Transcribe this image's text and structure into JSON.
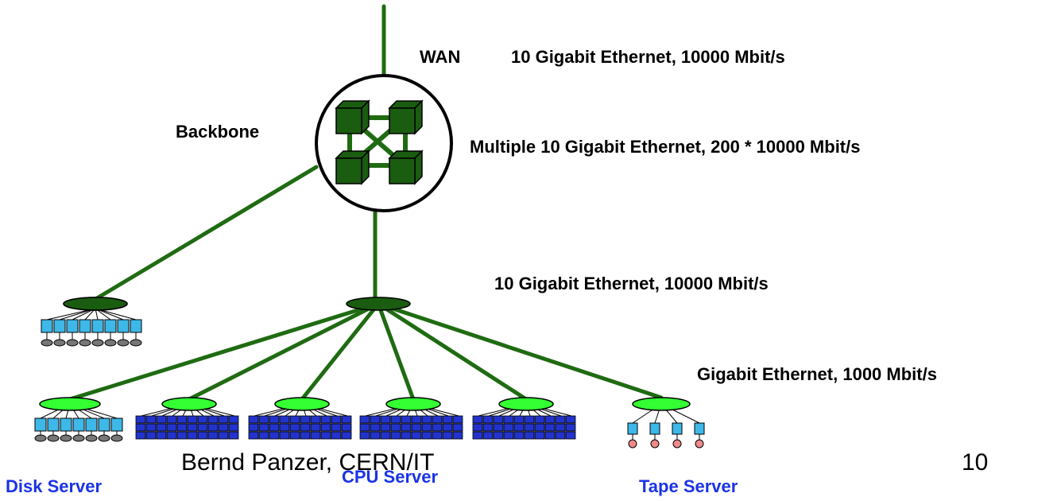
{
  "labels": {
    "wan": "WAN",
    "wan_link": "10 Gigabit Ethernet, 10000 Mbit/s",
    "backbone": "Backbone",
    "backbone_link": "Multiple 10 Gigabit Ethernet, 200 * 10000 Mbit/s",
    "distribution_link": "10 Gigabit Ethernet, 10000 Mbit/s",
    "access_link": "Gigabit Ethernet, 1000 Mbit/s",
    "disk_server": "Disk Server",
    "cpu_server": "CPU Server",
    "tape_server": "Tape Server"
  },
  "footer": {
    "author": "Bernd Panzer, CERN/IT",
    "page_number": "10"
  },
  "colors": {
    "link": "#1f6b12",
    "switch_dark": "#1a5c10",
    "switch_light": "#33ff33",
    "server_blue": "#3db8e8",
    "cpu_blue": "#2233cc",
    "tape_pink": "#ef8a8a",
    "label_blue": "#1a33e6"
  }
}
